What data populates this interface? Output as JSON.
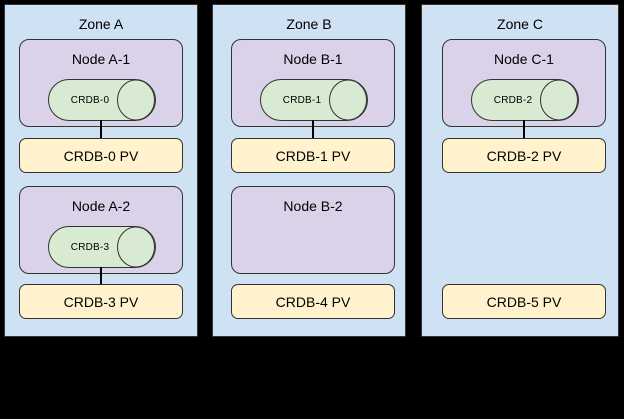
{
  "background": "#000000",
  "palette": {
    "zone_fill": "#cfe2f3",
    "node_fill": "#d9d2e9",
    "pod_fill": "#d9ead3",
    "pv_fill": "#fff2cc",
    "stroke": "#333333",
    "connector": "#000000",
    "text": "#000000"
  },
  "zones": [
    {
      "label": "Zone A",
      "rows": [
        {
          "node": {
            "label": "Node A-1",
            "pod": {
              "label": "CRDB-0"
            },
            "connected_to_pv": true
          },
          "pv": {
            "label": "CRDB-0 PV"
          }
        },
        {
          "node": {
            "label": "Node A-2",
            "pod": {
              "label": "CRDB-3"
            },
            "connected_to_pv": true
          },
          "pv": {
            "label": "CRDB-3 PV"
          }
        }
      ]
    },
    {
      "label": "Zone B",
      "rows": [
        {
          "node": {
            "label": "Node B-1",
            "pod": {
              "label": "CRDB-1"
            },
            "connected_to_pv": true
          },
          "pv": {
            "label": "CRDB-1 PV"
          }
        },
        {
          "node": {
            "label": "Node B-2",
            "pod": null,
            "connected_to_pv": false
          },
          "pv": {
            "label": "CRDB-4 PV"
          }
        }
      ]
    },
    {
      "label": "Zone C",
      "rows": [
        {
          "node": {
            "label": "Node C-1",
            "pod": {
              "label": "CRDB-2"
            },
            "connected_to_pv": true
          },
          "pv": {
            "label": "CRDB-2 PV"
          }
        },
        {
          "node": null,
          "pv": {
            "label": "CRDB-5 PV"
          }
        }
      ]
    }
  ]
}
